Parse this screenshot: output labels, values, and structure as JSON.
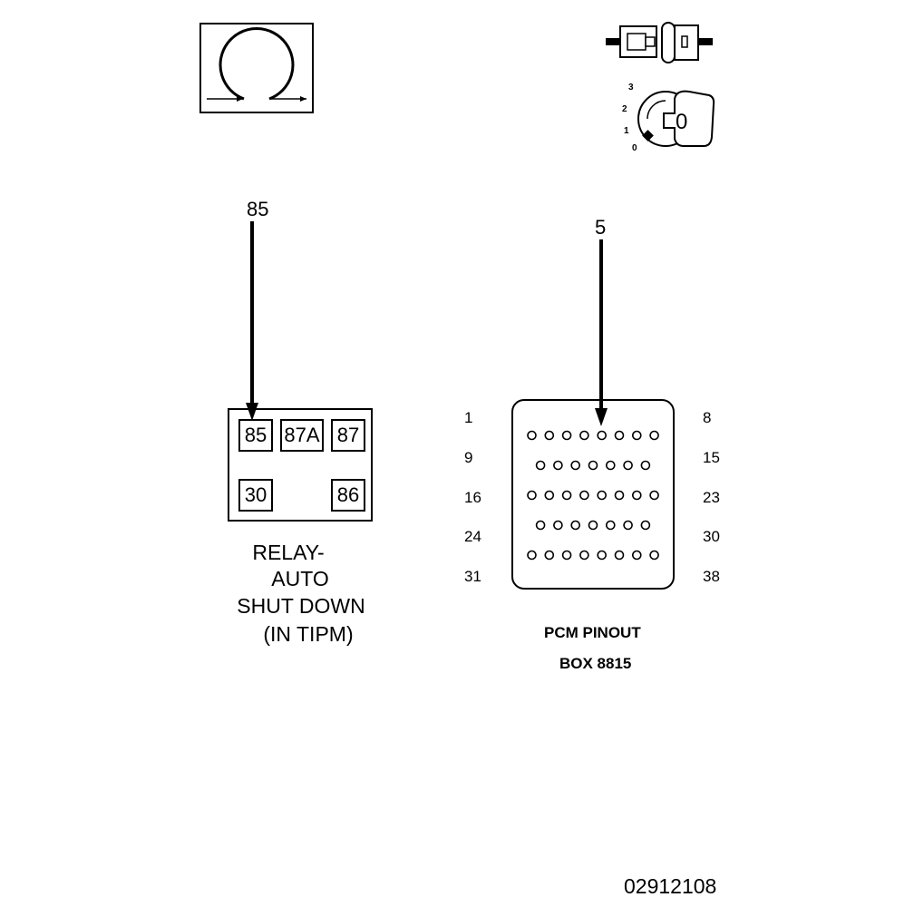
{
  "relay": {
    "callout": "85",
    "terminals": [
      "85",
      "87A",
      "87",
      "30",
      "86"
    ],
    "caption": [
      "RELAY-",
      "AUTO",
      "SHUT DOWN",
      "(IN TIPM)"
    ]
  },
  "pcm": {
    "callout": "5",
    "row_labels_left": [
      "1",
      "9",
      "16",
      "24",
      "31"
    ],
    "row_labels_right": [
      "8",
      "15",
      "23",
      "30",
      "38"
    ],
    "pin_rows": [
      8,
      7,
      8,
      7,
      8
    ],
    "highlighted_pin": 5,
    "caption": [
      "PCM PINOUT",
      "BOX 8815"
    ]
  },
  "ignition": {
    "positions": [
      "3",
      "2",
      "1",
      "0"
    ],
    "key_label": "0"
  },
  "figure_id": "02912108"
}
